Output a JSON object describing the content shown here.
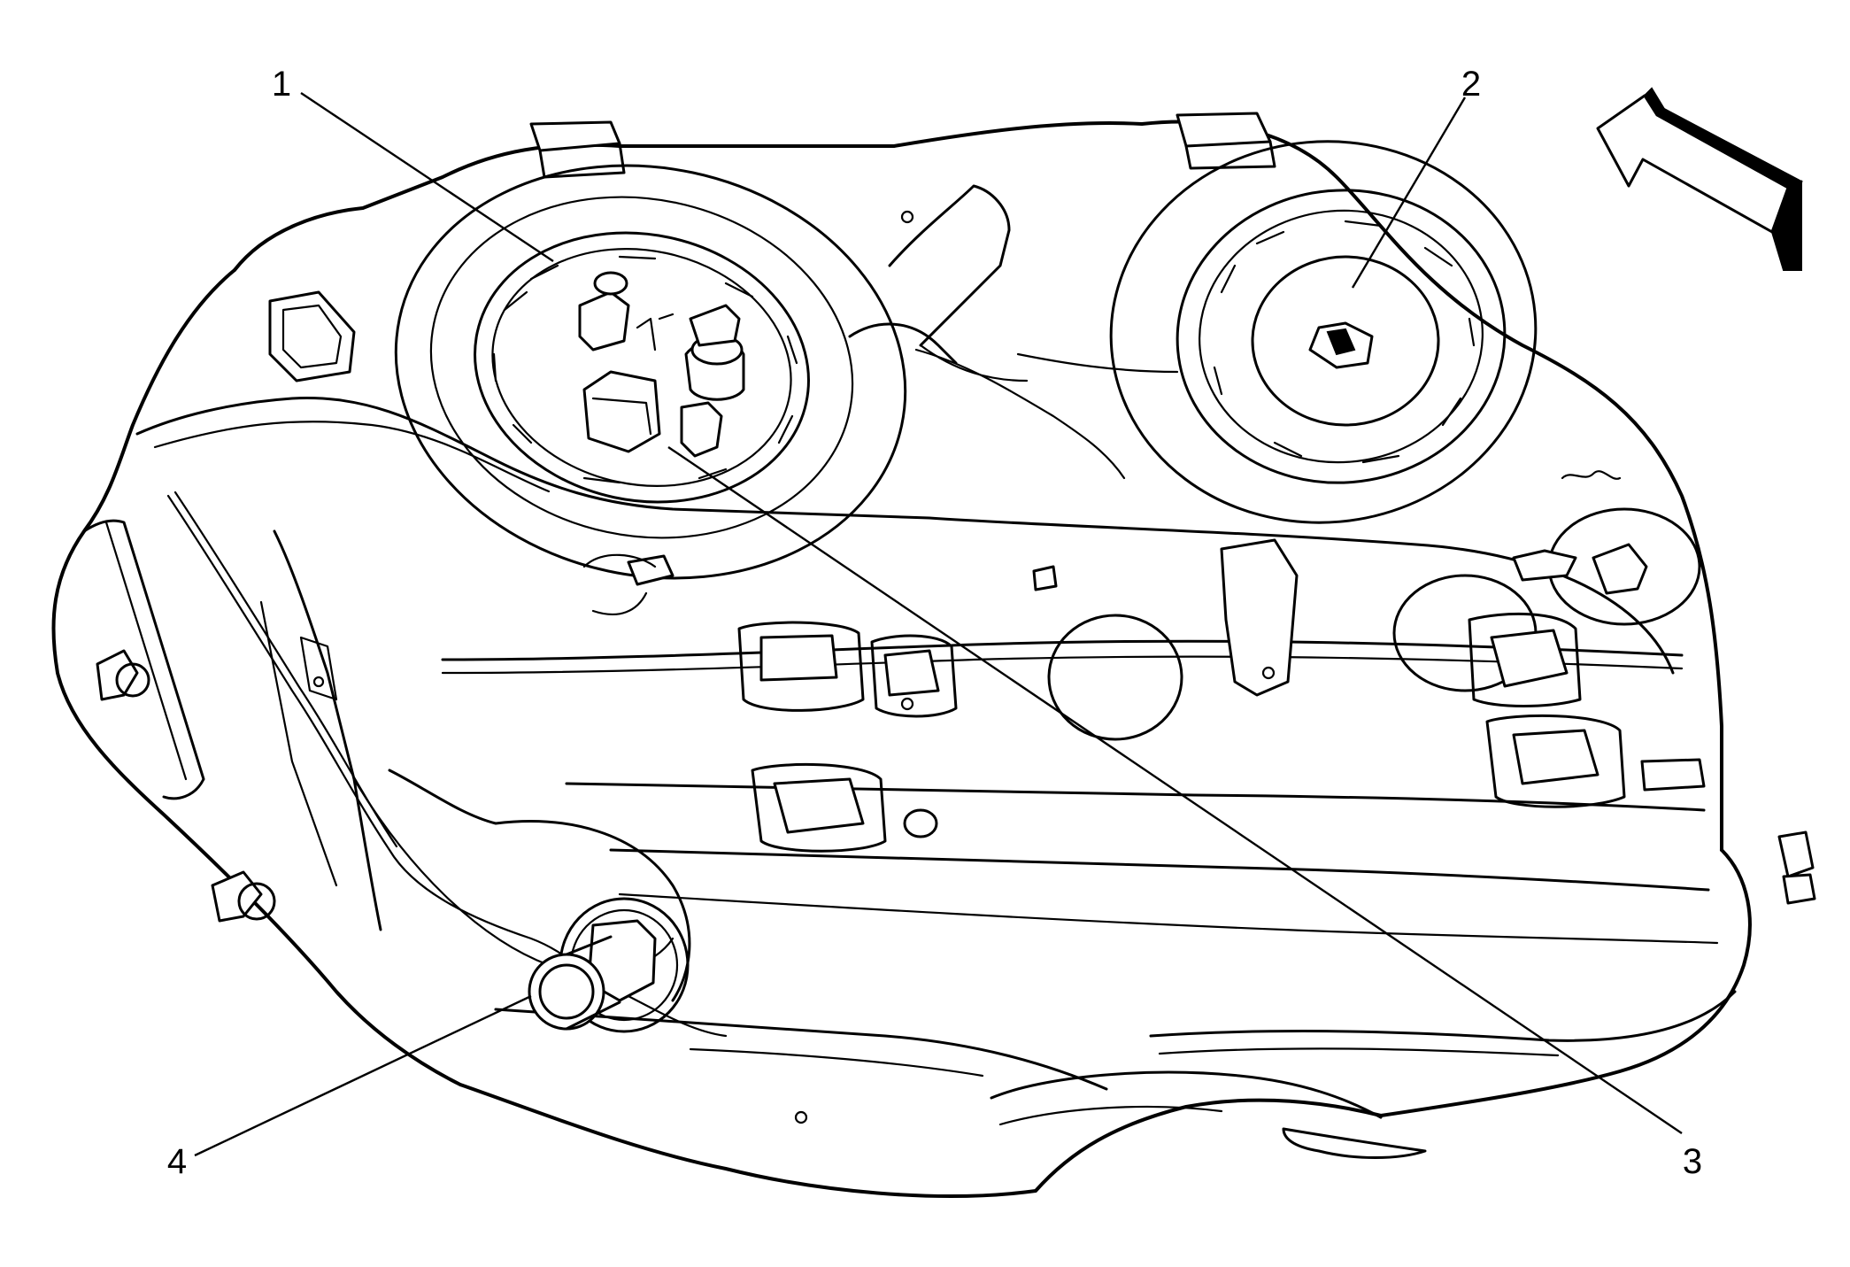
{
  "callouts": [
    {
      "id": "1",
      "label": "1"
    },
    {
      "id": "2",
      "label": "2"
    },
    {
      "id": "3",
      "label": "3"
    },
    {
      "id": "4",
      "label": "4"
    }
  ],
  "colors": {
    "line": "#000000",
    "background": "#ffffff"
  },
  "icons": {
    "direction": "direction-arrow-icon"
  }
}
